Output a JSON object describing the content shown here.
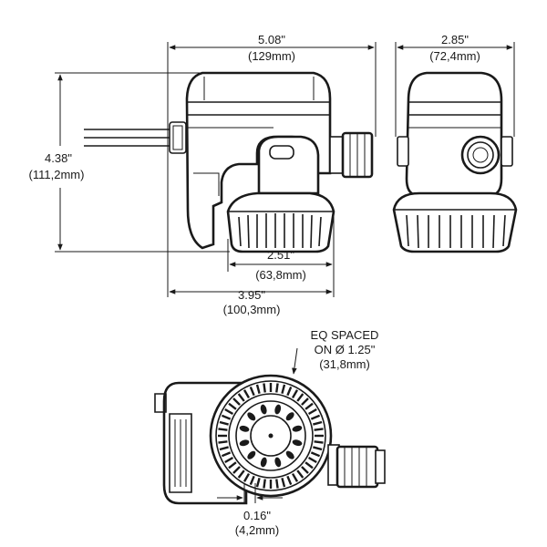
{
  "dimensions": {
    "overall_width": {
      "inch": "5.08\"",
      "mm": "(129mm)"
    },
    "depth": {
      "inch": "2.85\"",
      "mm": "(72,4mm)"
    },
    "height": {
      "inch": "4.38\"",
      "mm": "(111,2mm)"
    },
    "inlet_offset": {
      "inch": "2.51\"",
      "mm": "(63,8mm)"
    },
    "base_width": {
      "inch": "3.95\"",
      "mm": "(100,3mm)"
    },
    "hole_spacing": {
      "line1": "EQ SPACED",
      "line2": "ON Ø 1.25\"",
      "mm": "(31,8mm)"
    },
    "hole_diameter": {
      "inch": "0.16\"",
      "mm": "(4,2mm)"
    }
  },
  "colors": {
    "line": "#1a1a1a",
    "background": "#ffffff"
  }
}
